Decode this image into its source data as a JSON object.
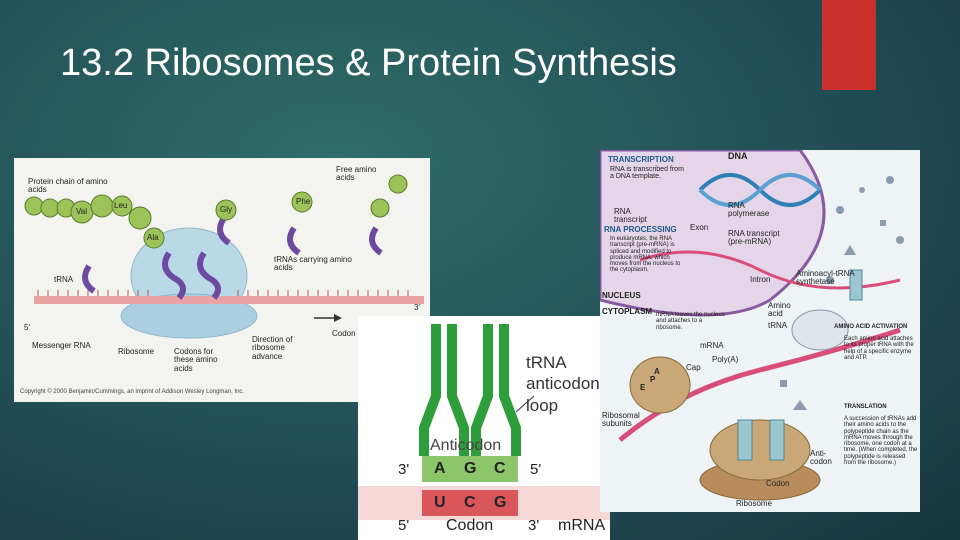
{
  "slide": {
    "title": "13.2 Ribosomes & Protein Synthesis",
    "accent_color": "#c9302c"
  },
  "figure_left": {
    "labels": {
      "protein_chain": "Protein chain of amino acids",
      "free_amino_acids": "Free amino acids",
      "trnas_carrying": "tRNAs carrying amino acids",
      "trna": "tRNA",
      "messenger_rna": "Messenger RNA",
      "ribosome": "Ribosome",
      "codons_for": "Codons for these amino acids",
      "direction": "Direction of ribosome advance",
      "codon": "Codon",
      "five_prime": "5'",
      "three_prime": "3'",
      "copyright": "Copyright © 2000 Benjamin/Cummings, an imprint of Addison Wesley Longman, Inc."
    },
    "amino_acids": {
      "val": "Val",
      "gly": "Gly",
      "leu": "Leu",
      "ala": "Ala",
      "phe": "Phe"
    }
  },
  "figure_middle": {
    "trna_loop": "tRNA anticodon loop",
    "anticodon": "Anticodon",
    "anticodon_bases": [
      "A",
      "G",
      "C"
    ],
    "codon_bases": [
      "U",
      "C",
      "G"
    ],
    "codon": "Codon",
    "mrna": "mRNA",
    "three_prime": "3'",
    "five_prime": "5'",
    "colors": {
      "trna_green": "#2e9e3a",
      "codon_red": "#d9575b",
      "background_pink": "#f6d8d8"
    }
  },
  "figure_right": {
    "dna": "DNA",
    "transcription": "TRANSCRIPTION",
    "step1": "RNA is transcribed from a DNA template.",
    "rna_transcript": "RNA transcript",
    "rna_polymerase": "RNA polymerase",
    "rna_processing": "RNA PROCESSING",
    "step2": "In eukaryotes, the RNA transcript (pre-mRNA) is spliced and modified to produce mRNA, which moves from the nucleus to the cytoplasm.",
    "exon": "Exon",
    "rna_pre_mrna": "RNA transcript (pre-mRNA)",
    "intron": "Intron",
    "nucleus": "NUCLEUS",
    "cytoplasm": "CYTOPLASM",
    "step3": "mRNA leaves the nucleus and attaches to a ribosome.",
    "mrna": "mRNA",
    "cap": "Cap",
    "poly_a": "Poly(A)",
    "amino_acid": "Amino acid",
    "trna": "tRNA",
    "aminoacyl_synthetase": "Aminoacyl-tRNA synthetase",
    "aa_activation": "AMINO ACID ACTIVATION",
    "step4": "Each amino acid attaches to its proper tRNA with the help of a specific enzyme and ATP.",
    "translation": "TRANSLATION",
    "step5": "A succession of tRNAs add their amino acids to the polypeptide chain as the mRNA moves through the ribosome, one codon at a time. (When completed, the polypeptide is released from the ribosome.)",
    "ribosomal_subunits": "Ribosomal subunits",
    "anticodon": "Anti-codon",
    "codon": "Codon",
    "ribosome": "Ribosome",
    "site_e": "E",
    "site_p": "P",
    "site_a": "A"
  }
}
